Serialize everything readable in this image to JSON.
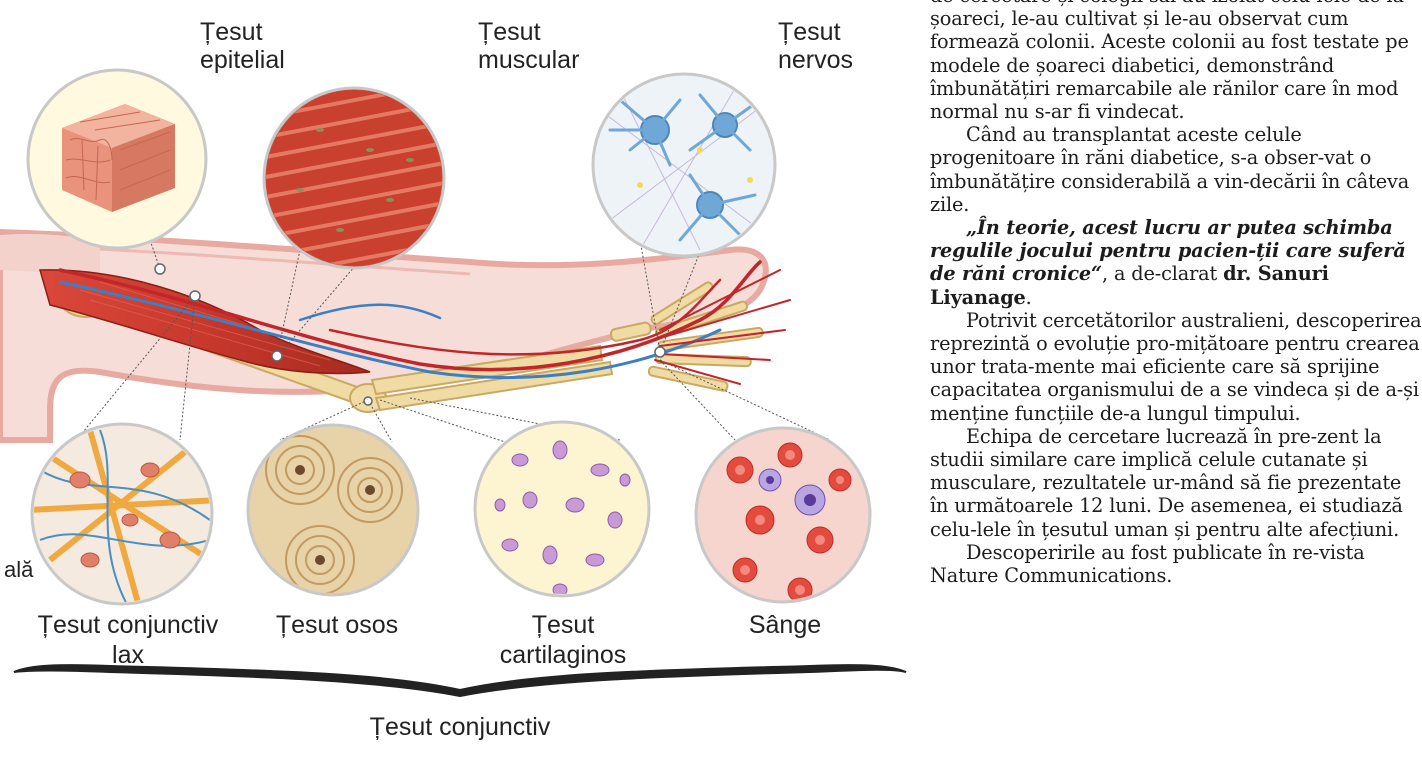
{
  "figure": {
    "labels": {
      "epitelial": [
        "Țesut",
        "epitelial"
      ],
      "muscular": [
        "Țesut",
        "muscular"
      ],
      "nervos": [
        "Țesut",
        "nervos"
      ],
      "conjunctiv_lax": [
        "Țesut conjunctiv",
        "lax"
      ],
      "osos": "Țesut osos",
      "cartilaginos": [
        "Țesut",
        "cartilaginos"
      ],
      "sange": "Sânge",
      "conjunctiv": "Țesut conjunctiv",
      "cut_fragment": "ală"
    }
  },
  "article": {
    "p1": "de cercetare și colegii săi au izolat celu-lele de la șoareci, le-au cultivat și le-au observat cum formează colonii. Aceste colonii au fost testate pe modele de șoareci diabetici, demonstrând îmbunătățiri remarcabile ale rănilor care în mod normal nu s-ar fi vindecat.",
    "p2": "Când au transplantat aceste celule progenitoare în răni diabetice, s-a obser-vat o îmbunătățire considerabilă a vin-decării în câteva zile.",
    "quote": "„În teorie, acest lucru ar putea schimba regulile jocului pentru pacien-ții care suferă de răni cronice“",
    "quote_tail": ", a de-clarat ",
    "author": "dr. Sanuri Liyanage",
    "quote_end": ".",
    "p3": "Potrivit cercetătorilor australieni, descoperirea reprezintă o evoluție pro-mițătoare pentru crearea unor trata-mente mai eficiente care să sprijine capacitatea organismului de a se vindeca și de a-și menține funcțiile de-a lungul timpului.",
    "p4": "Echipa de cercetare lucrează în pre-zent la studii similare care implică celule cutanate și musculare, rezultatele ur-mând să fie prezentate în următoarele 12 luni. De asemenea, ei studiază celu-lele în țesutul uman și pentru alte afecțiuni.",
    "p5": "Descoperirile au fost publicate în re-vista Nature Communications."
  }
}
